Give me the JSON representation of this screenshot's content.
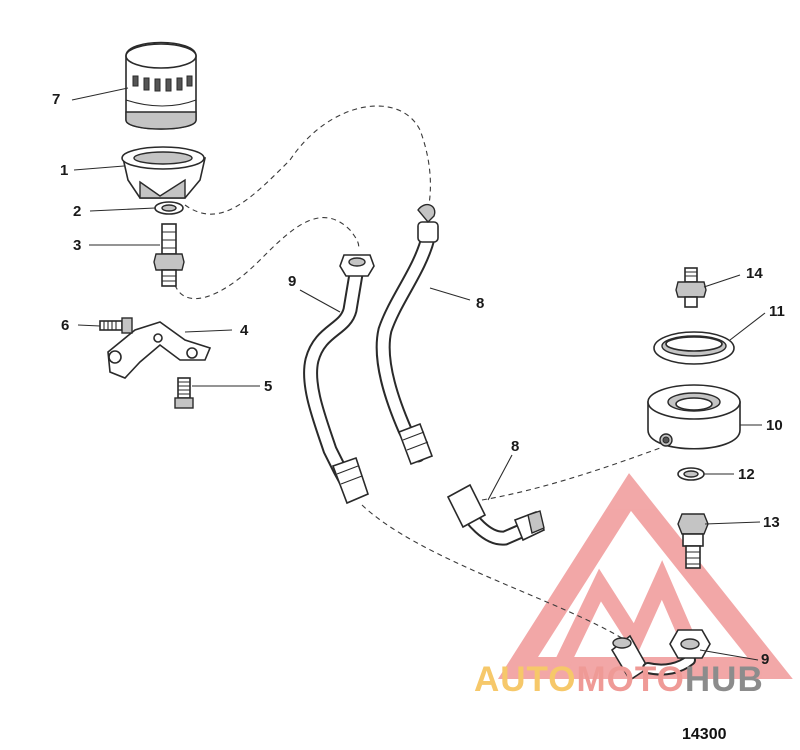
{
  "diagram": {
    "figure_number": "14300",
    "callouts": [
      "1",
      "2",
      "3",
      "4",
      "5",
      "6",
      "7",
      "8",
      "8",
      "9",
      "9",
      "10",
      "11",
      "12",
      "13",
      "14"
    ]
  },
  "watermark": {
    "part1": "AUTO",
    "part2": "MOTO",
    "part3": "HUB",
    "colors": {
      "part1": "#f6c86a",
      "part2": "#ef9a96",
      "part3": "#8c8c8c",
      "logo": "#e86060"
    }
  },
  "colors": {
    "line": "#2a2a2a",
    "fill": "#ffffff",
    "shade": "#bdbdbd"
  }
}
